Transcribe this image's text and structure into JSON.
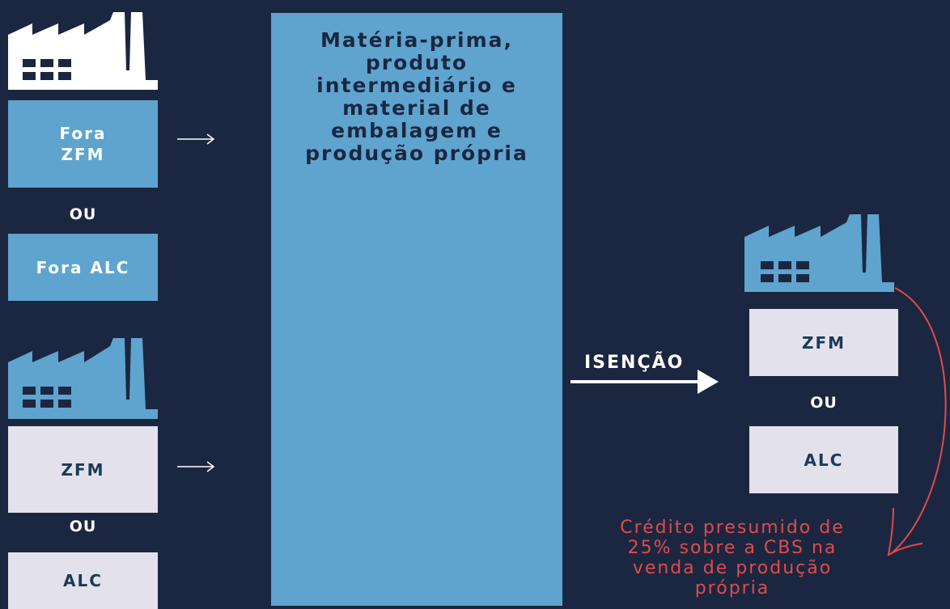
{
  "left_top": {
    "box1_label": "Fora ZFM",
    "or_label": "OU",
    "box2_label": "Fora ALC"
  },
  "left_bottom": {
    "box1_label": "ZFM",
    "or_label": "OU",
    "box2_label": "ALC"
  },
  "center": {
    "label": "Matéria-prima, produto intermediário e material de embalagem e produção própria"
  },
  "flow": {
    "arrow_label": "ISENÇÃO"
  },
  "right": {
    "box1_label": "ZFM",
    "or_label": "OU",
    "box2_label": "ALC",
    "note": "Crédito presumido de 25% sobre a CBS na venda de produção própria"
  },
  "colors": {
    "background": "#1b2740",
    "blue": "#5ea4cf",
    "light": "#e2e1ec",
    "dark_text": "#1c3a57",
    "red": "#e24a4c"
  }
}
